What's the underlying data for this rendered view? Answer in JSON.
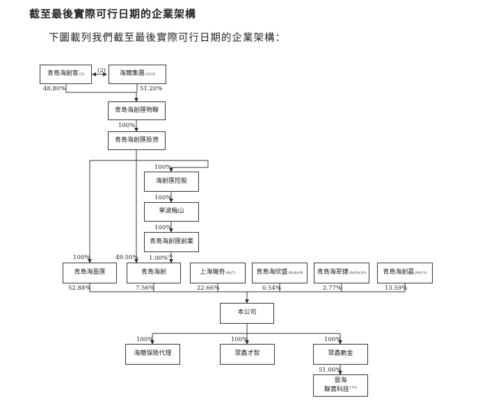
{
  "heading": "截至最後實際可行日期的企業架構",
  "intro": "下圖載列我們截至最後實際可行日期的企業架構：",
  "entities": {
    "qingdao_haichuangke": {
      "label": "青島海創客",
      "note": "(5)"
    },
    "haier_group": {
      "label": "海爾集團",
      "note": "(1)(3)"
    },
    "haichuanghui_wulian": {
      "label": "青島海創匯物聯",
      "note": ""
    },
    "haichuanghui_touzi": {
      "label": "青島海創匯投資",
      "note": ""
    },
    "haichuanghui_konggu": {
      "label": "海創匯控股",
      "note": ""
    },
    "ningbo_meishan": {
      "label": "寧波梅山",
      "note": ""
    },
    "haichuanghui_chuangye": {
      "label": "青島海創匯創業",
      "note": ""
    },
    "qingdao_haiyinghui": {
      "label": "青島海盈匯",
      "note": ""
    },
    "qingdao_haichuang": {
      "label": "青島海創",
      "note": ""
    },
    "shanghai_xiqi": {
      "label": "上海璣奇",
      "note": "(6)(7)"
    },
    "qingdao_haixinsheng": {
      "label": "青島海欣盛",
      "note": "(6)(8)(9)"
    },
    "qingdao_haicuijie": {
      "label": "青島海翠捷",
      "note": "(6)(9)(10)"
    },
    "qingdao_haichuangying": {
      "label": "青島海創贏",
      "note": "(9)(11)"
    },
    "company": {
      "label": "本公司",
      "note": ""
    },
    "haier_baoxian": {
      "label": "海爾保險代理",
      "note": ""
    },
    "zhongxin_caizhi": {
      "label": "眾鑫才智",
      "note": ""
    },
    "zhongxin_shujin": {
      "label": "眾鑫數金",
      "note": ""
    },
    "yunhai": {
      "label": "雲海",
      "label2": "聯寶科技",
      "note": "(12)"
    }
  },
  "link_note": "(2)",
  "percentages": {
    "haichuangke_to_wulian": "48.80%",
    "haier_to_wulian": "51.20%",
    "wulian_to_touzi": "100%",
    "touzi_to_konggu": "100%",
    "konggu_to_meishan": "100%",
    "meishan_to_chuangye": "100%",
    "touzi_to_haiyinghui": "100%",
    "touzi_to_haichuang": "49.50%",
    "chuangye_to_haichuang": "1.00%",
    "chuangye_to_haichuang_note": "(4)",
    "haiyinghui_to_company": "52.88%",
    "haichuang_to_company": "7.56%",
    "xiqi_to_company": "22.66%",
    "haixinsheng_to_company": "0.54%",
    "haicuijie_to_company": "2.77%",
    "haichuangying_to_company": "13.59%",
    "company_to_baoxian": "100%",
    "company_to_caizhi": "100%",
    "company_to_shujin": "100%",
    "shujin_to_yunhai": "51.00%"
  }
}
